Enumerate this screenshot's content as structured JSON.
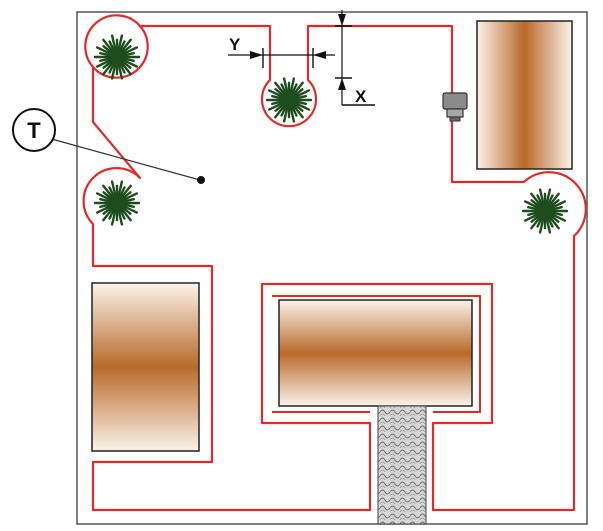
{
  "labels": {
    "tool": "T",
    "dim_x": "X",
    "dim_y": "Y"
  },
  "colors": {
    "contour": "#e02b2b",
    "frame": "#555555",
    "brush": "#1d4d1d",
    "wood_dark": "#b86a2a",
    "wood_light": "#fbf3ea",
    "mesh": "#c9c9c9",
    "sensor": "#8a8a8a"
  }
}
